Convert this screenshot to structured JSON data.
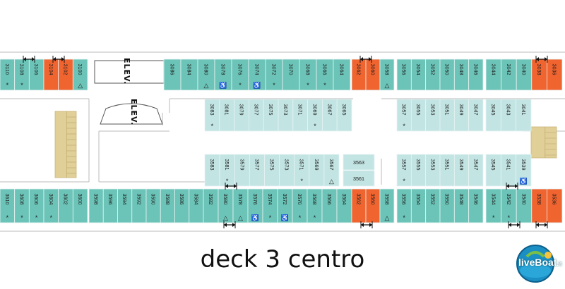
{
  "caption": "deck 3 centro",
  "elev_label": "ELEV.",
  "colors": {
    "outside": "#6cc4b8",
    "inside": "#c2e4e3",
    "accent": "#f06430",
    "stairs": "#e1cf98"
  },
  "rows": {
    "top": [
      {
        "n": "3110",
        "m": "*"
      },
      {
        "n": "3108",
        "m": "*"
      },
      {
        "n": "3106"
      },
      {
        "n": "3104",
        "c": "accent"
      },
      {
        "n": "3102",
        "c": "accent"
      },
      {
        "n": "3100",
        "m": "△"
      },
      {
        "n": "3086"
      },
      {
        "n": "3084"
      },
      {
        "n": "3080",
        "m": "△"
      },
      {
        "n": "3078",
        "m": "♿"
      },
      {
        "n": "3076",
        "m": "*"
      },
      {
        "n": "3074",
        "m": "♿"
      },
      {
        "n": "3072",
        "m": "*"
      },
      {
        "n": "3070"
      },
      {
        "n": "3068",
        "m": "*"
      },
      {
        "n": "3066",
        "m": "*"
      },
      {
        "n": "3064"
      },
      {
        "n": "3062",
        "c": "accent"
      },
      {
        "n": "3060",
        "c": "accent"
      },
      {
        "n": "3058",
        "m": "△"
      },
      {
        "n": "3056"
      },
      {
        "n": "3054"
      },
      {
        "n": "3052"
      },
      {
        "n": "3050"
      },
      {
        "n": "3048"
      },
      {
        "n": "3046"
      },
      {
        "n": "3044"
      },
      {
        "n": "3042"
      },
      {
        "n": "3040"
      },
      {
        "n": "3038",
        "c": "accent"
      },
      {
        "n": "3036",
        "c": "accent"
      }
    ],
    "inner_top": [
      {
        "n": "3083",
        "m": "*"
      },
      {
        "n": "3081"
      },
      {
        "n": "3079"
      },
      {
        "n": "3077"
      },
      {
        "n": "3075"
      },
      {
        "n": "3073"
      },
      {
        "n": "3071"
      },
      {
        "n": "3069",
        "m": "*"
      },
      {
        "n": "3067"
      },
      {
        "n": "3065"
      },
      {
        "n": "3057",
        "m": "*"
      },
      {
        "n": "3055"
      },
      {
        "n": "3053"
      },
      {
        "n": "3051"
      },
      {
        "n": "3049"
      },
      {
        "n": "3047"
      },
      {
        "n": "3045"
      },
      {
        "n": "3043"
      },
      {
        "n": "3041"
      }
    ],
    "inner_bottom": [
      {
        "n": "3583"
      },
      {
        "n": "3581",
        "m": "*"
      },
      {
        "n": "3579"
      },
      {
        "n": "3577"
      },
      {
        "n": "3575"
      },
      {
        "n": "3573"
      },
      {
        "n": "3571",
        "m": "*"
      },
      {
        "n": "3569"
      },
      {
        "n": "3567",
        "m": "△"
      },
      {
        "n": "3563"
      },
      {
        "n": "3561"
      },
      {
        "n": "3557",
        "m": "*"
      },
      {
        "n": "3555"
      },
      {
        "n": "3553"
      },
      {
        "n": "3551"
      },
      {
        "n": "3549"
      },
      {
        "n": "3547"
      },
      {
        "n": "3545"
      },
      {
        "n": "3541"
      },
      {
        "n": "3539",
        "m": "♿"
      }
    ],
    "bottom": [
      {
        "n": "3610",
        "m": "*"
      },
      {
        "n": "3608",
        "m": "*"
      },
      {
        "n": "3606",
        "m": "*"
      },
      {
        "n": "3604",
        "m": "*"
      },
      {
        "n": "3602"
      },
      {
        "n": "3600"
      },
      {
        "n": "3598"
      },
      {
        "n": "3596"
      },
      {
        "n": "3594"
      },
      {
        "n": "3592"
      },
      {
        "n": "3590"
      },
      {
        "n": "3588"
      },
      {
        "n": "3586"
      },
      {
        "n": "3584"
      },
      {
        "n": "3582"
      },
      {
        "n": "3580",
        "m": "△"
      },
      {
        "n": "3578",
        "m": "△"
      },
      {
        "n": "3576",
        "m": "♿"
      },
      {
        "n": "3574",
        "m": "*"
      },
      {
        "n": "3572",
        "m": "♿"
      },
      {
        "n": "3570",
        "m": "*"
      },
      {
        "n": "3568",
        "m": "*"
      },
      {
        "n": "3566"
      },
      {
        "n": "3564"
      },
      {
        "n": "3562",
        "c": "accent"
      },
      {
        "n": "3560",
        "c": "accent"
      },
      {
        "n": "3558",
        "m": "△"
      },
      {
        "n": "3556",
        "m": "*"
      },
      {
        "n": "3554"
      },
      {
        "n": "3552"
      },
      {
        "n": "3550"
      },
      {
        "n": "3548"
      },
      {
        "n": "3546"
      },
      {
        "n": "3544",
        "m": "*"
      },
      {
        "n": "3542",
        "m": "*"
      },
      {
        "n": "3540"
      },
      {
        "n": "3538",
        "c": "accent"
      },
      {
        "n": "3536",
        "c": "accent"
      }
    ]
  },
  "logo": {
    "word1": "live",
    "word2": "Boat",
    "tld": ".it"
  }
}
